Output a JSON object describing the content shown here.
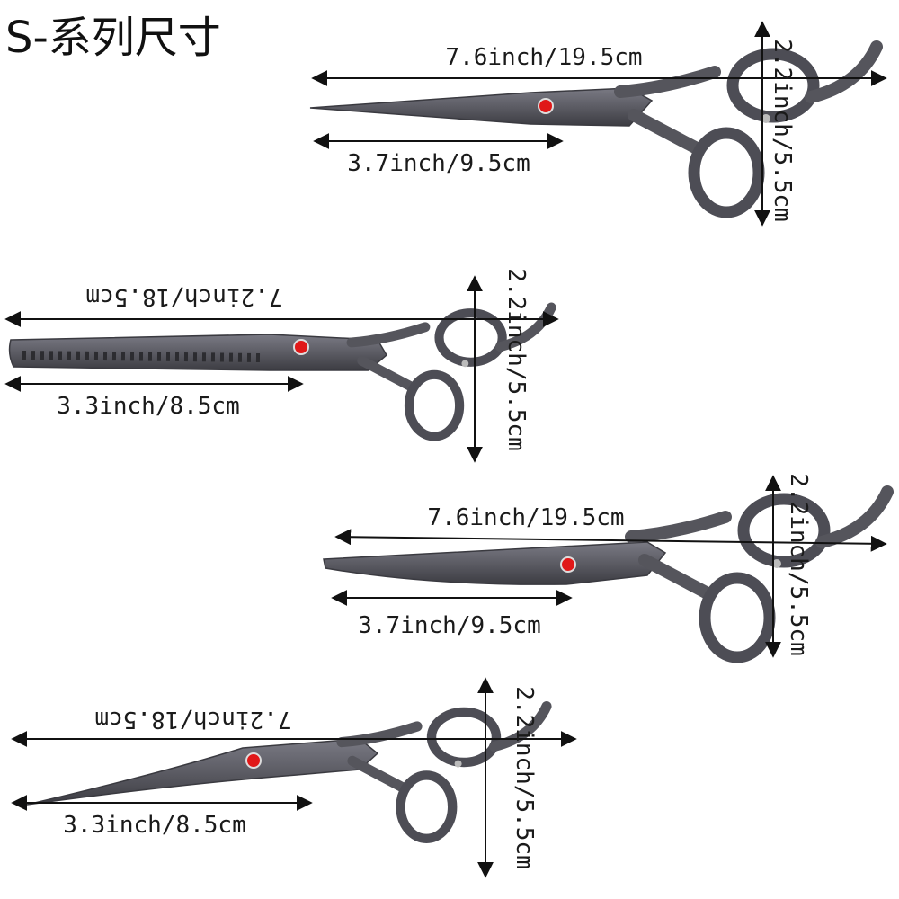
{
  "title": "S-系列尺寸",
  "colors": {
    "metal": "#5a5a62",
    "gem": "#e01818",
    "line": "#111111"
  },
  "items": [
    {
      "type": "straight",
      "total_length": "7.6inch/19.5cm",
      "blade_length": "3.7inch/9.5cm",
      "height": "2.2inch/5.5cm"
    },
    {
      "type": "thinning",
      "total_length": "7.2inch/18.5cm",
      "blade_length": "3.3inch/8.5cm",
      "height": "2.2inch/5.5cm"
    },
    {
      "type": "curved",
      "total_length": "7.6inch/19.5cm",
      "blade_length": "3.7inch/9.5cm",
      "height": "2.2inch/5.5cm"
    },
    {
      "type": "curved",
      "total_length": "7.2inch/18.5cm",
      "blade_length": "3.3inch/8.5cm",
      "height": "2.2inch/5.5cm"
    }
  ]
}
